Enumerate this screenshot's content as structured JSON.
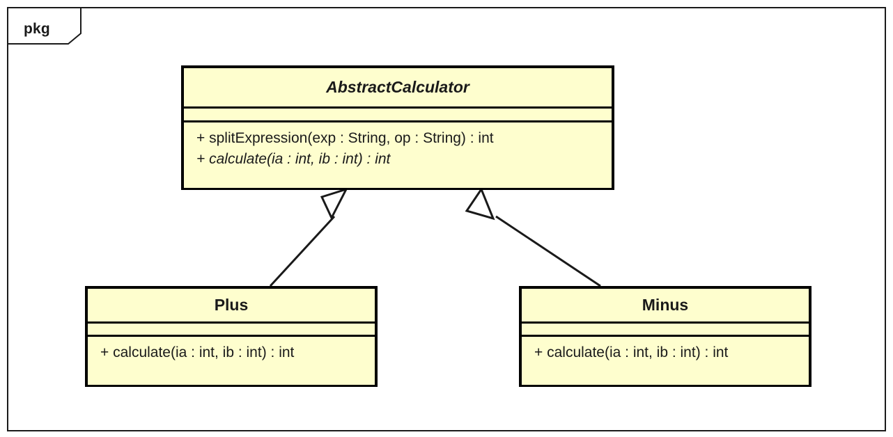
{
  "diagram": {
    "kind": "uml-class-diagram",
    "package": {
      "label": "pkg"
    },
    "colors": {
      "class_fill": "#FEFECE",
      "class_border": "#000000",
      "line": "#1A1A1A",
      "canvas": "#FFFFFF"
    },
    "classes": [
      {
        "id": "abstractcalculator",
        "name": "AbstractCalculator",
        "is_abstract": true,
        "attributes": [],
        "operations": [
          {
            "text": "+ splitExpression(exp : String, op : String) : int",
            "is_abstract": false
          },
          {
            "text": "+ calculate(ia : int, ib : int) : int",
            "is_abstract": true
          }
        ]
      },
      {
        "id": "plus",
        "name": "Plus",
        "is_abstract": false,
        "attributes": [],
        "operations": [
          {
            "text": "+ calculate(ia : int, ib : int) : int",
            "is_abstract": false
          }
        ]
      },
      {
        "id": "minus",
        "name": "Minus",
        "is_abstract": false,
        "attributes": [],
        "operations": [
          {
            "text": "+ calculate(ia : int, ib : int) : int",
            "is_abstract": false
          }
        ]
      }
    ],
    "relationships": [
      {
        "type": "generalization",
        "from": "plus",
        "to": "abstractcalculator",
        "arrow": "hollow-triangle"
      },
      {
        "type": "generalization",
        "from": "minus",
        "to": "abstractcalculator",
        "arrow": "hollow-triangle"
      }
    ]
  }
}
